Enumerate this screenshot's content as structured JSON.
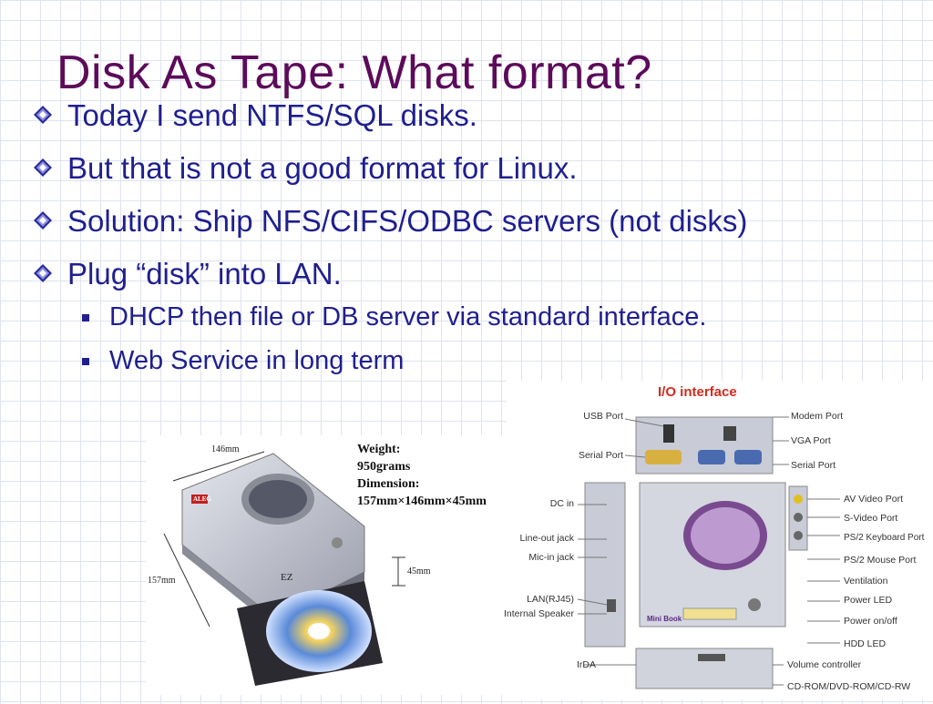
{
  "slide": {
    "title": "Disk As Tape: What format?",
    "bullets": [
      {
        "text": "Today I send NTFS/SQL disks."
      },
      {
        "text": "But that is not a good format for Linux."
      },
      {
        "text": "Solution:  Ship NFS/CIFS/ODBC servers (not disks)"
      },
      {
        "text": "Plug “disk” into LAN.",
        "sub": [
          "DHCP then file or DB server via standard interface.",
          "Web Service in long term"
        ]
      }
    ]
  },
  "device_photo": {
    "dim_width": "146mm",
    "dim_depth": "157mm",
    "dim_height": "45mm",
    "spec_lines": [
      "Weight:",
      "950grams",
      "Dimension:",
      "157mm×146mm×45mm"
    ],
    "brand_label": "ALEG",
    "model_label": "EZ",
    "colors": {
      "body": "#c9cbd3",
      "disc_a": "#f0d060",
      "disc_b": "#5a8ad8"
    }
  },
  "io_diagram": {
    "title": "I/O interface",
    "product_badge": "Mini Book",
    "left_labels": [
      "USB Port",
      "Serial Port",
      "DC in",
      "Line-out jack",
      "Mic-in jack",
      "LAN(RJ45)",
      "Internal Speaker",
      "IrDA"
    ],
    "right_labels": [
      "Modem Port",
      "VGA Port",
      "Serial Port",
      "AV Video Port",
      "S-Video Port",
      "PS/2 Keyboard Port",
      "PS/2 Mouse Port",
      "Ventilation",
      "Power LED",
      "Power on/off",
      "HDD LED",
      "Volume controller",
      "CD-ROM/DVD-ROM/CD-RW"
    ]
  },
  "colors": {
    "title": "#5c0b5a",
    "text": "#1f1f8f",
    "grid": "#dfe3ef",
    "io_title": "#d22a1e"
  }
}
